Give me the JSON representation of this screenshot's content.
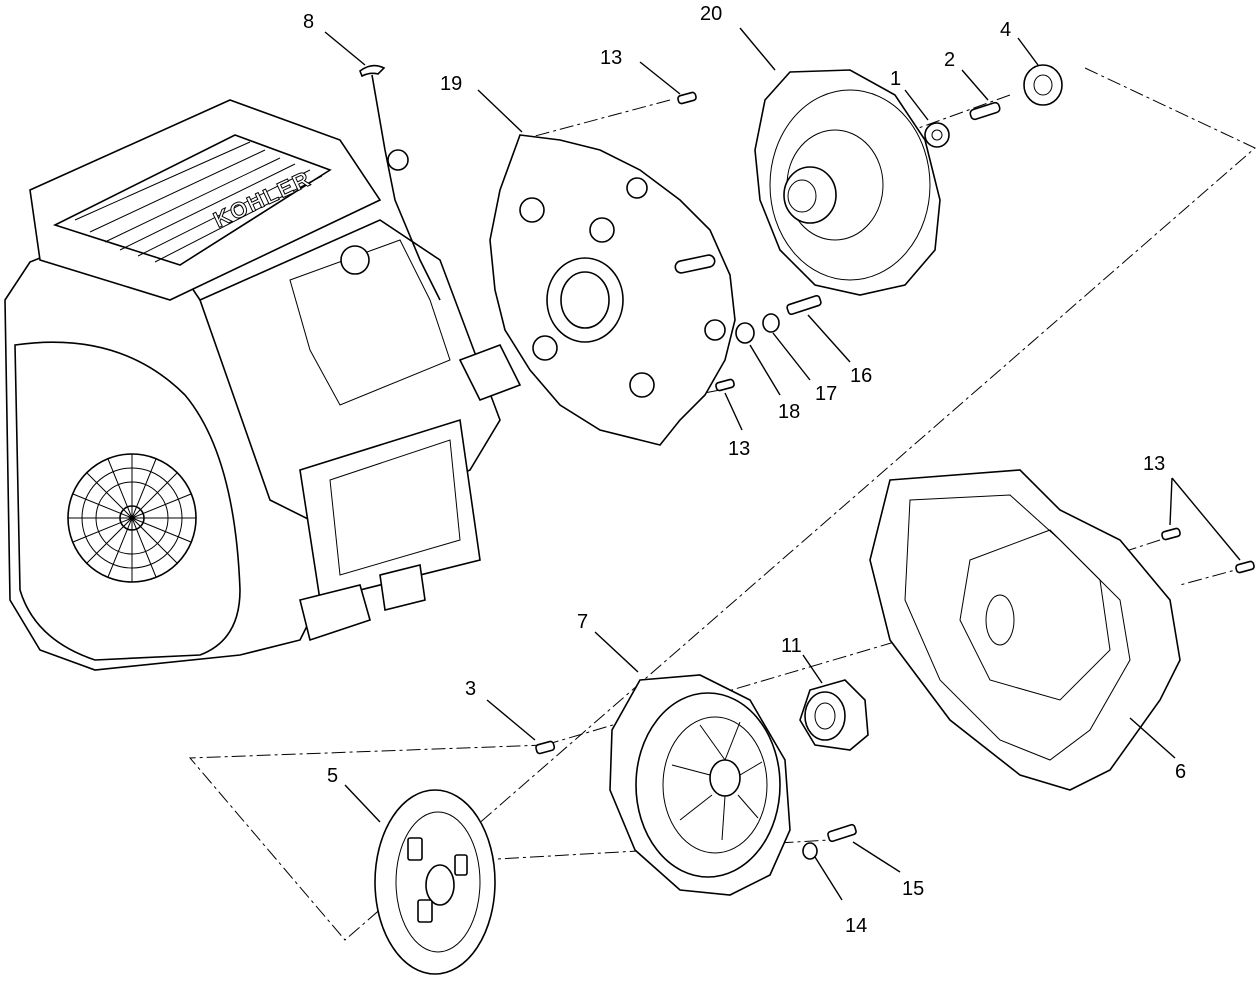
{
  "engine_brand": "KOHLER",
  "callouts": [
    {
      "id": "c8",
      "text": "8"
    },
    {
      "id": "c20",
      "text": "20"
    },
    {
      "id": "c4",
      "text": "4"
    },
    {
      "id": "c13a",
      "text": "13"
    },
    {
      "id": "c19",
      "text": "19"
    },
    {
      "id": "c1",
      "text": "1"
    },
    {
      "id": "c2",
      "text": "2"
    },
    {
      "id": "c16",
      "text": "16"
    },
    {
      "id": "c17",
      "text": "17"
    },
    {
      "id": "c18",
      "text": "18"
    },
    {
      "id": "c13b",
      "text": "13"
    },
    {
      "id": "c13c",
      "text": "13"
    },
    {
      "id": "c7",
      "text": "7"
    },
    {
      "id": "c11",
      "text": "11"
    },
    {
      "id": "c3",
      "text": "3"
    },
    {
      "id": "c5",
      "text": "5"
    },
    {
      "id": "c6",
      "text": "6"
    },
    {
      "id": "c15",
      "text": "15"
    },
    {
      "id": "c14",
      "text": "14"
    }
  ]
}
